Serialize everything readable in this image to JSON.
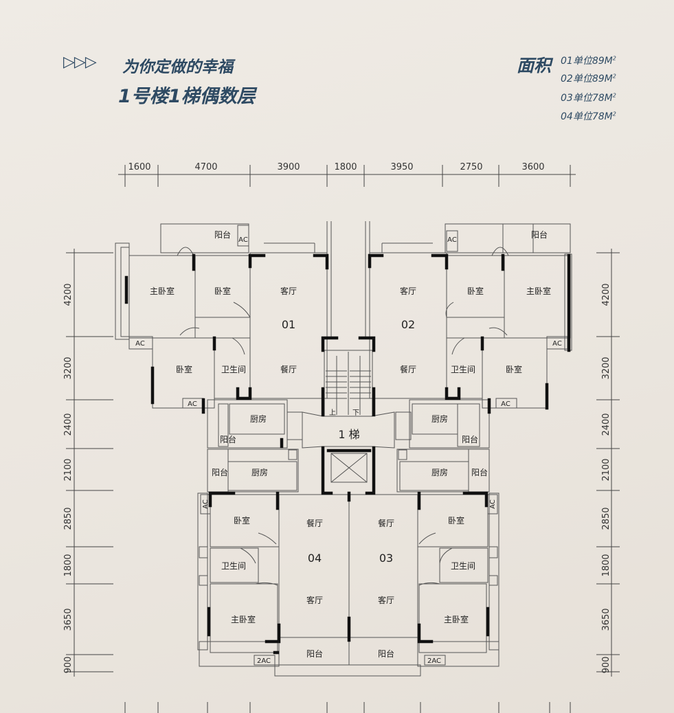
{
  "header": {
    "arrows": "▷▷▷",
    "slogan": "为你定做的幸福",
    "subtitle": "1号楼1梯偶数层"
  },
  "area": {
    "label": "面积",
    "units": [
      {
        "unit": "01单位89M",
        "sup": "2"
      },
      {
        "unit": "02单位89M",
        "sup": "2"
      },
      {
        "unit": "03单位78M",
        "sup": "2"
      },
      {
        "unit": "04单位78M",
        "sup": "2"
      }
    ]
  },
  "dims_top": [
    "1600",
    "4700",
    "3900",
    "1800",
    "3950",
    "2750",
    "3600"
  ],
  "dims_side": [
    "4200",
    "3200",
    "2400",
    "2100",
    "2850",
    "1800",
    "3650",
    "900"
  ],
  "stair_label": "1 梯",
  "stair_up": "上",
  "stair_down": "下",
  "units": {
    "u01": {
      "number": "01",
      "rooms": {
        "balcony": "阳台",
        "master": "主卧室",
        "bed1": "卧室",
        "living": "客厅",
        "bed2": "卧室",
        "bath": "卫生间",
        "dining": "餐厅",
        "kitchen": "厨房",
        "balcony2": "阳台"
      }
    },
    "u02": {
      "number": "02",
      "rooms": {
        "balcony": "阳台",
        "master": "主卧室",
        "bed1": "卧室",
        "living": "客厅",
        "bed2": "卧室",
        "bath": "卫生间",
        "dining": "餐厅",
        "kitchen": "厨房",
        "balcony2": "阳台"
      }
    },
    "u03": {
      "number": "03",
      "rooms": {
        "kitchen": "厨房",
        "balcony2": "阳台",
        "dining": "餐厅",
        "bed": "卧室",
        "bath": "卫生间",
        "living": "客厅",
        "master": "主卧室",
        "balcony": "阳台"
      }
    },
    "u04": {
      "number": "04",
      "rooms": {
        "kitchen": "厨房",
        "balcony2": "阳台",
        "dining": "餐厅",
        "bed": "卧室",
        "bath": "卫生间",
        "living": "客厅",
        "master": "主卧室",
        "balcony": "阳台"
      }
    }
  },
  "ac": {
    "single": "AC",
    "double": "2AC"
  },
  "colors": {
    "title": "#2e4a63",
    "wall": "#111111",
    "line": "#555555"
  }
}
